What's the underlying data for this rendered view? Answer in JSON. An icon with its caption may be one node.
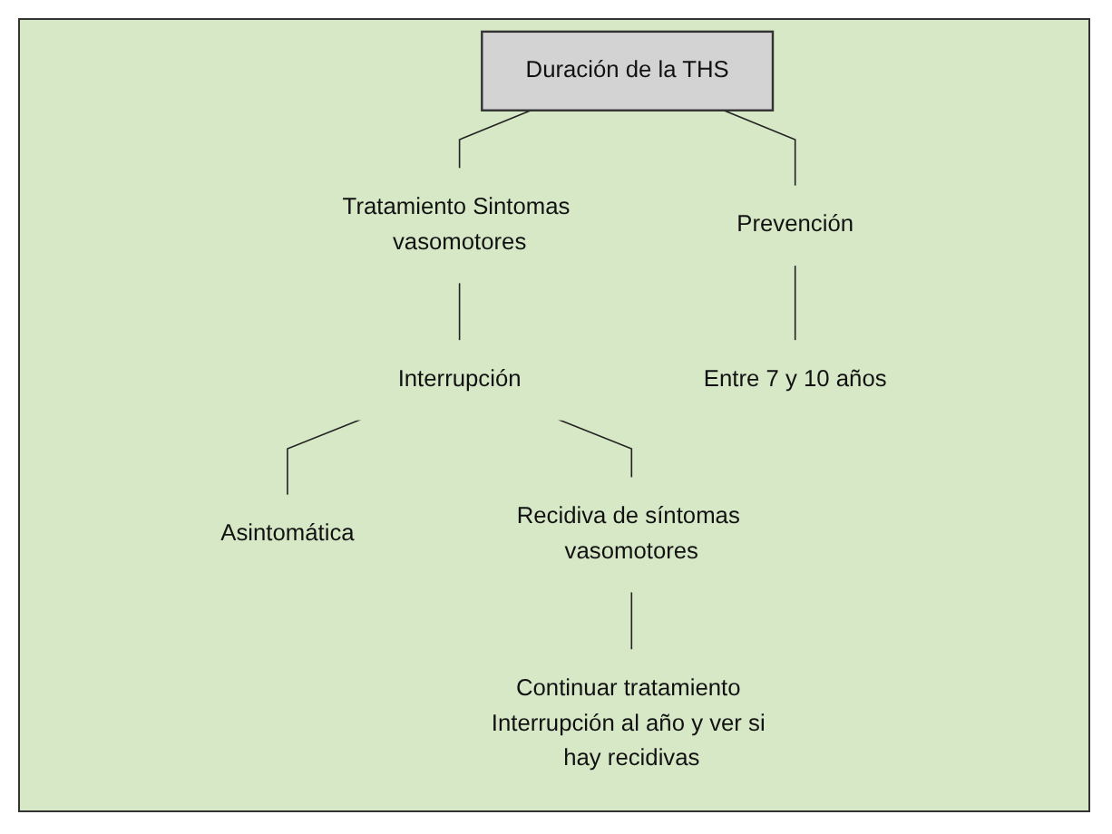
{
  "diagram": {
    "nodes": [
      {
        "text": [
          "Duración de la THS"
        ]
      },
      {
        "text": [
          "Tratamiento Sintomas vasomotores"
        ]
      },
      {
        "text": [
          "Prevención"
        ]
      },
      {
        "text": [
          "Interrupción"
        ]
      },
      {
        "text": [
          "Asintomática"
        ]
      },
      {
        "text": [
          "Recidiva de síntomas vasomotores"
        ]
      },
      {
        "text": [
          "Continuar tratamiento Interrupción al año y ver si hay recidivas"
        ]
      },
      {
        "text": [
          "Entre 7 y 10 años"
        ]
      }
    ],
    "edges": [
      {
        "from": 0,
        "to": 1,
        "arrow": "none"
      },
      {
        "from": 0,
        "to": 2,
        "arrow": "none"
      },
      {
        "from": 1,
        "to": 3,
        "arrow": "none"
      },
      {
        "from": 3,
        "to": 4,
        "arrow": "none"
      },
      {
        "from": 3,
        "to": 5,
        "arrow": "none"
      },
      {
        "from": 5,
        "to": 6,
        "arrow": "none"
      },
      {
        "from": 2,
        "to": 7,
        "arrow": "none"
      }
    ]
  }
}
